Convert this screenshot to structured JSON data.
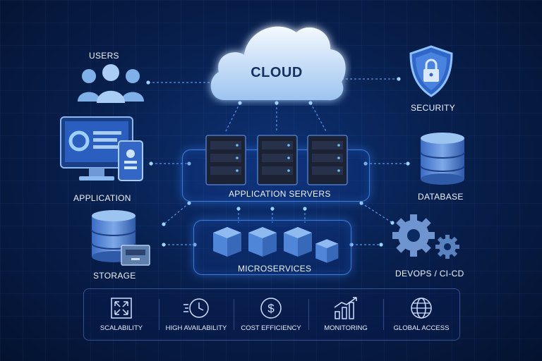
{
  "cloud": {
    "label": "CLOUD"
  },
  "nodes": {
    "users": "USERS",
    "security": "SECURITY",
    "application": "APPLICATION",
    "database": "DATABASE",
    "storage": "STORAGE",
    "devops": "DEVOPS / CI-CD",
    "app_servers": "APPLICATION SERVERS",
    "microservices": "MICROSERVICES"
  },
  "features": [
    {
      "label": "SCALABILITY",
      "icon": "expand-arrows-icon"
    },
    {
      "label": "HIGH AVAILABILITY",
      "icon": "clock-speed-icon"
    },
    {
      "label": "COST EFFICIENCY",
      "icon": "dollar-icon"
    },
    {
      "label": "MONITORING",
      "icon": "bar-chart-icon"
    },
    {
      "label": "GLOBAL ACCESS",
      "icon": "globe-icon"
    }
  ],
  "colors": {
    "accent": "#3f8cff",
    "glow": "#7fc4ff",
    "node_fill": "#4f86d8",
    "background": "#08204f"
  }
}
